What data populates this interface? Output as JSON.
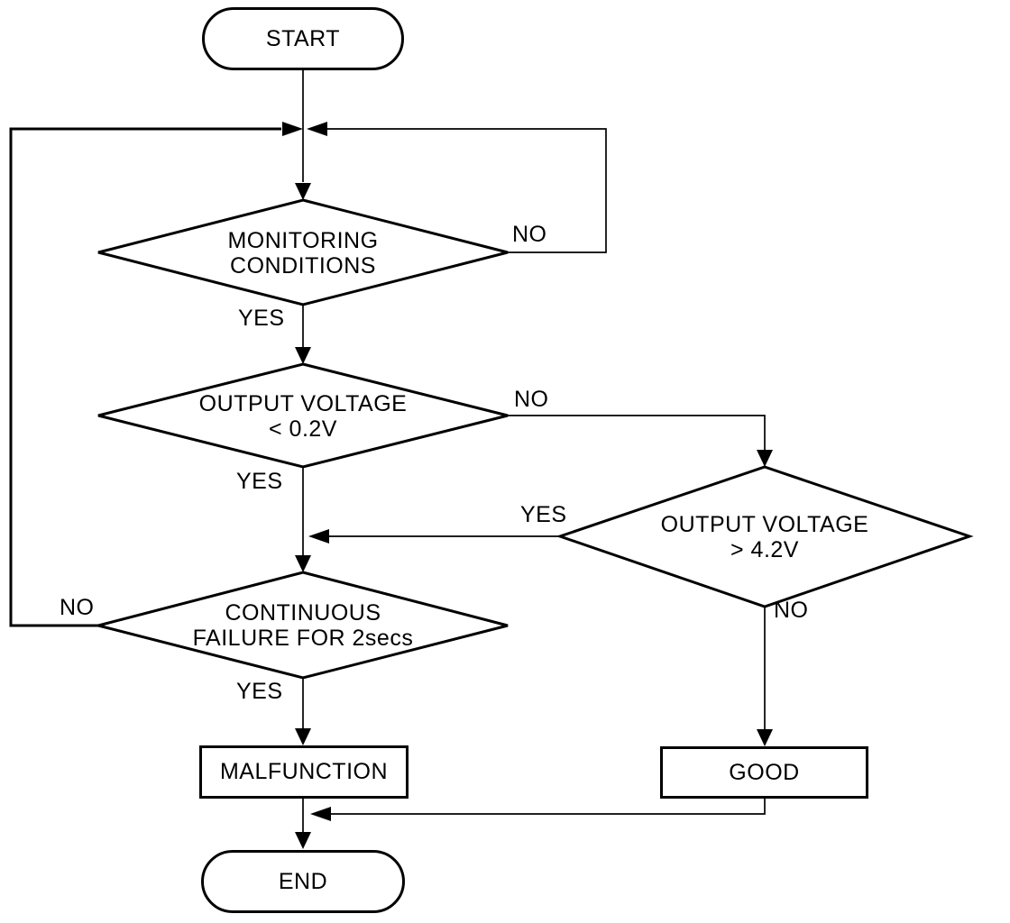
{
  "background": "#ffffff",
  "stroke_color": "#000000",
  "nodes": {
    "start": {
      "type": "terminator",
      "label": "START"
    },
    "monitoring": {
      "type": "decision",
      "line1": "MONITORING",
      "line2": "CONDITIONS"
    },
    "voltage_low": {
      "type": "decision",
      "line1": "OUTPUT VOLTAGE",
      "line2": "< 0.2V"
    },
    "voltage_high": {
      "type": "decision",
      "line1": "OUTPUT VOLTAGE",
      "line2": "> 4.2V"
    },
    "continuous_failure": {
      "type": "decision",
      "line1": "CONTINUOUS",
      "line2": "FAILURE FOR 2secs"
    },
    "malfunction": {
      "type": "process",
      "label": "MALFUNCTION"
    },
    "good": {
      "type": "process",
      "label": "GOOD"
    },
    "end": {
      "type": "terminator",
      "label": "END"
    }
  },
  "edge_labels": {
    "monitoring_yes": "YES",
    "monitoring_no": "NO",
    "voltage_low_yes": "YES",
    "voltage_low_no": "NO",
    "voltage_high_yes": "YES",
    "voltage_high_no": "NO",
    "continuous_failure_yes": "YES",
    "continuous_failure_no": "NO"
  }
}
